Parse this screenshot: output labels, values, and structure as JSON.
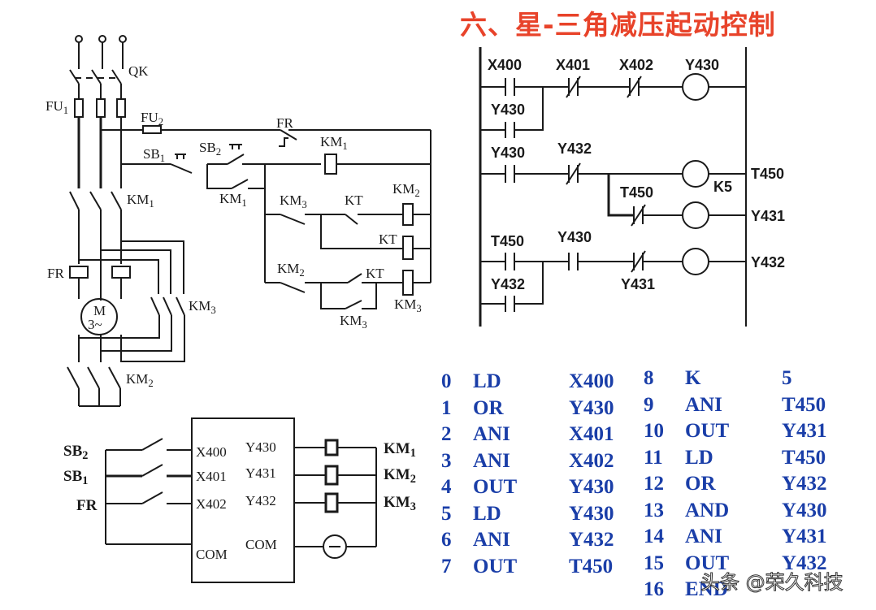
{
  "title": "六、星-三角减压起动控制",
  "colors": {
    "title": "#e8432a",
    "instruction_text": "#1a3ea8",
    "line": "#1a1a1a"
  },
  "main_circuit": {
    "labels": {
      "qk": "QK",
      "fu1": "FU1",
      "fu2": "FU2",
      "km1": "KM1",
      "fr": "FR",
      "motor": "M",
      "motor_phase": "3~",
      "km3": "KM3",
      "km2": "KM2"
    }
  },
  "control_circuit": {
    "labels": {
      "fr": "FR",
      "km1_coil": "KM1",
      "sb1": "SB1",
      "sb2": "SB2",
      "km1_aux": "KM1",
      "km3_nc": "KM3",
      "kt_nc": "KT",
      "km2_coil": "KM2",
      "kt_coil": "KT",
      "km2_nc": "KM2",
      "kt_no": "KT",
      "km3_coil": "KM3",
      "km3_aux": "KM3"
    }
  },
  "plc_wiring": {
    "inputs": [
      {
        "device": "SB2",
        "terminal": "X400"
      },
      {
        "device": "SB1",
        "terminal": "X401"
      },
      {
        "device": "FR",
        "terminal": "X402"
      }
    ],
    "outputs": [
      {
        "terminal": "Y430",
        "load": "KM1"
      },
      {
        "terminal": "Y431",
        "load": "KM2"
      },
      {
        "terminal": "Y432",
        "load": "KM3"
      }
    ],
    "com_in": "COM",
    "com_out": "COM"
  },
  "ladder": {
    "rung1": {
      "c1": "X400",
      "c1_parallel": "Y430",
      "c2": "X401",
      "c3": "X402",
      "coil": "Y430"
    },
    "rung2": {
      "c1": "Y430",
      "c2": "Y432",
      "coil": "T450",
      "k": "K5",
      "branch_contact": "T450",
      "branch_coil": "Y431"
    },
    "rung3": {
      "c1": "T450",
      "c1_parallel": "Y432",
      "c2": "Y430",
      "c3": "Y431",
      "coil": "Y432"
    }
  },
  "instructions": [
    {
      "step": "0",
      "op": "LD",
      "operand": "X400"
    },
    {
      "step": "1",
      "op": "OR",
      "operand": "Y430"
    },
    {
      "step": "2",
      "op": "ANI",
      "operand": "X401"
    },
    {
      "step": "3",
      "op": "ANI",
      "operand": "X402"
    },
    {
      "step": "4",
      "op": "OUT",
      "operand": "Y430"
    },
    {
      "step": "5",
      "op": "LD",
      "operand": "Y430"
    },
    {
      "step": "6",
      "op": "ANI",
      "operand": "Y432"
    },
    {
      "step": "7",
      "op": "OUT",
      "operand": "T450"
    },
    {
      "step": "8",
      "op": "K",
      "operand": "5"
    },
    {
      "step": "9",
      "op": "ANI",
      "operand": "T450"
    },
    {
      "step": "10",
      "op": "OUT",
      "operand": "Y431"
    },
    {
      "step": "11",
      "op": "LD",
      "operand": "T450"
    },
    {
      "step": "12",
      "op": "OR",
      "operand": "Y432"
    },
    {
      "step": "13",
      "op": "AND",
      "operand": "Y430"
    },
    {
      "step": "14",
      "op": "ANI",
      "operand": "Y431"
    },
    {
      "step": "15",
      "op": "OUT",
      "operand": "Y432"
    },
    {
      "step": "16",
      "op": "END",
      "operand": ""
    }
  ],
  "watermark": "头条 @荣久科技"
}
